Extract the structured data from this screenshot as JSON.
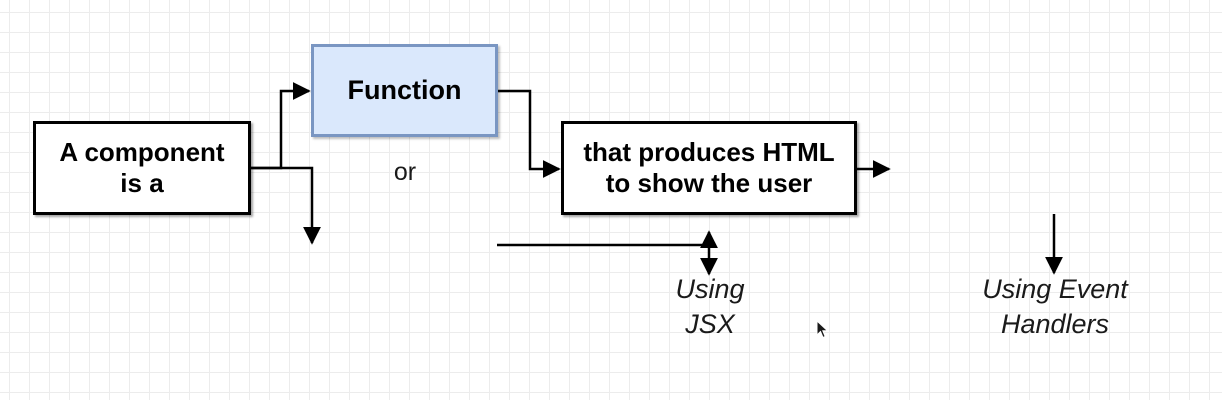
{
  "diagram": {
    "component_box": {
      "text": "A component\nis a"
    },
    "function_box": {
      "text": "Function"
    },
    "html_box": {
      "text": "that produces HTML\nto show the user"
    },
    "or_label": "or",
    "jsx_label": "Using\nJSX",
    "events_label": "Using Event\nHandlers"
  },
  "colors": {
    "function_fill": "#dae8fc",
    "function_border": "#7a96c2",
    "line": "#000000"
  }
}
